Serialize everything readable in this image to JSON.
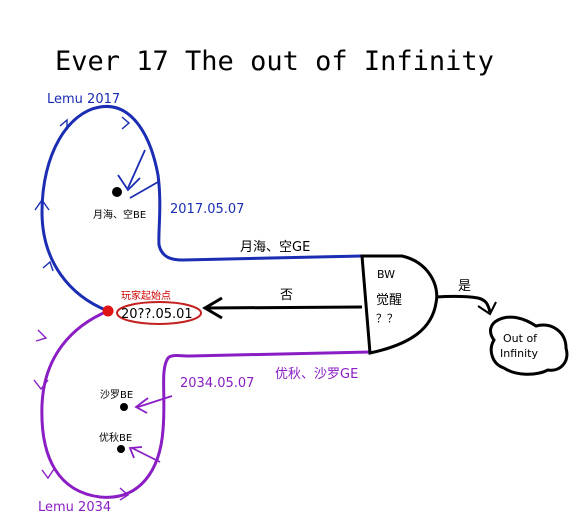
{
  "title": "Ever 17 The out of Infinity",
  "loops": {
    "top": {
      "label": "Lemu 2017",
      "date": "2017.05.07",
      "bad_end": "月海、空BE"
    },
    "bottom": {
      "label": "Lemu 2034",
      "date": "2034.05.07",
      "bad_end_1": "沙罗BE",
      "bad_end_2": "优秋BE"
    }
  },
  "start": {
    "label": "玩家起始点",
    "date": "20??.05.01"
  },
  "edges": {
    "top_path": "月海、空GE",
    "bottom_path": "优秋、沙罗GE",
    "back_arrow": "否",
    "yes_arrow": "是"
  },
  "bw_node": {
    "line1": "BW",
    "line2": "觉醒",
    "line3": "？？"
  },
  "final_node": {
    "line1": "Out of",
    "line2": "Infinity"
  },
  "colors": {
    "top_loop": "#1a2db3",
    "bottom_loop": "#8a1ec4",
    "start_point": "#e01414",
    "ink": "#000000",
    "start_label": "#cc0000"
  }
}
